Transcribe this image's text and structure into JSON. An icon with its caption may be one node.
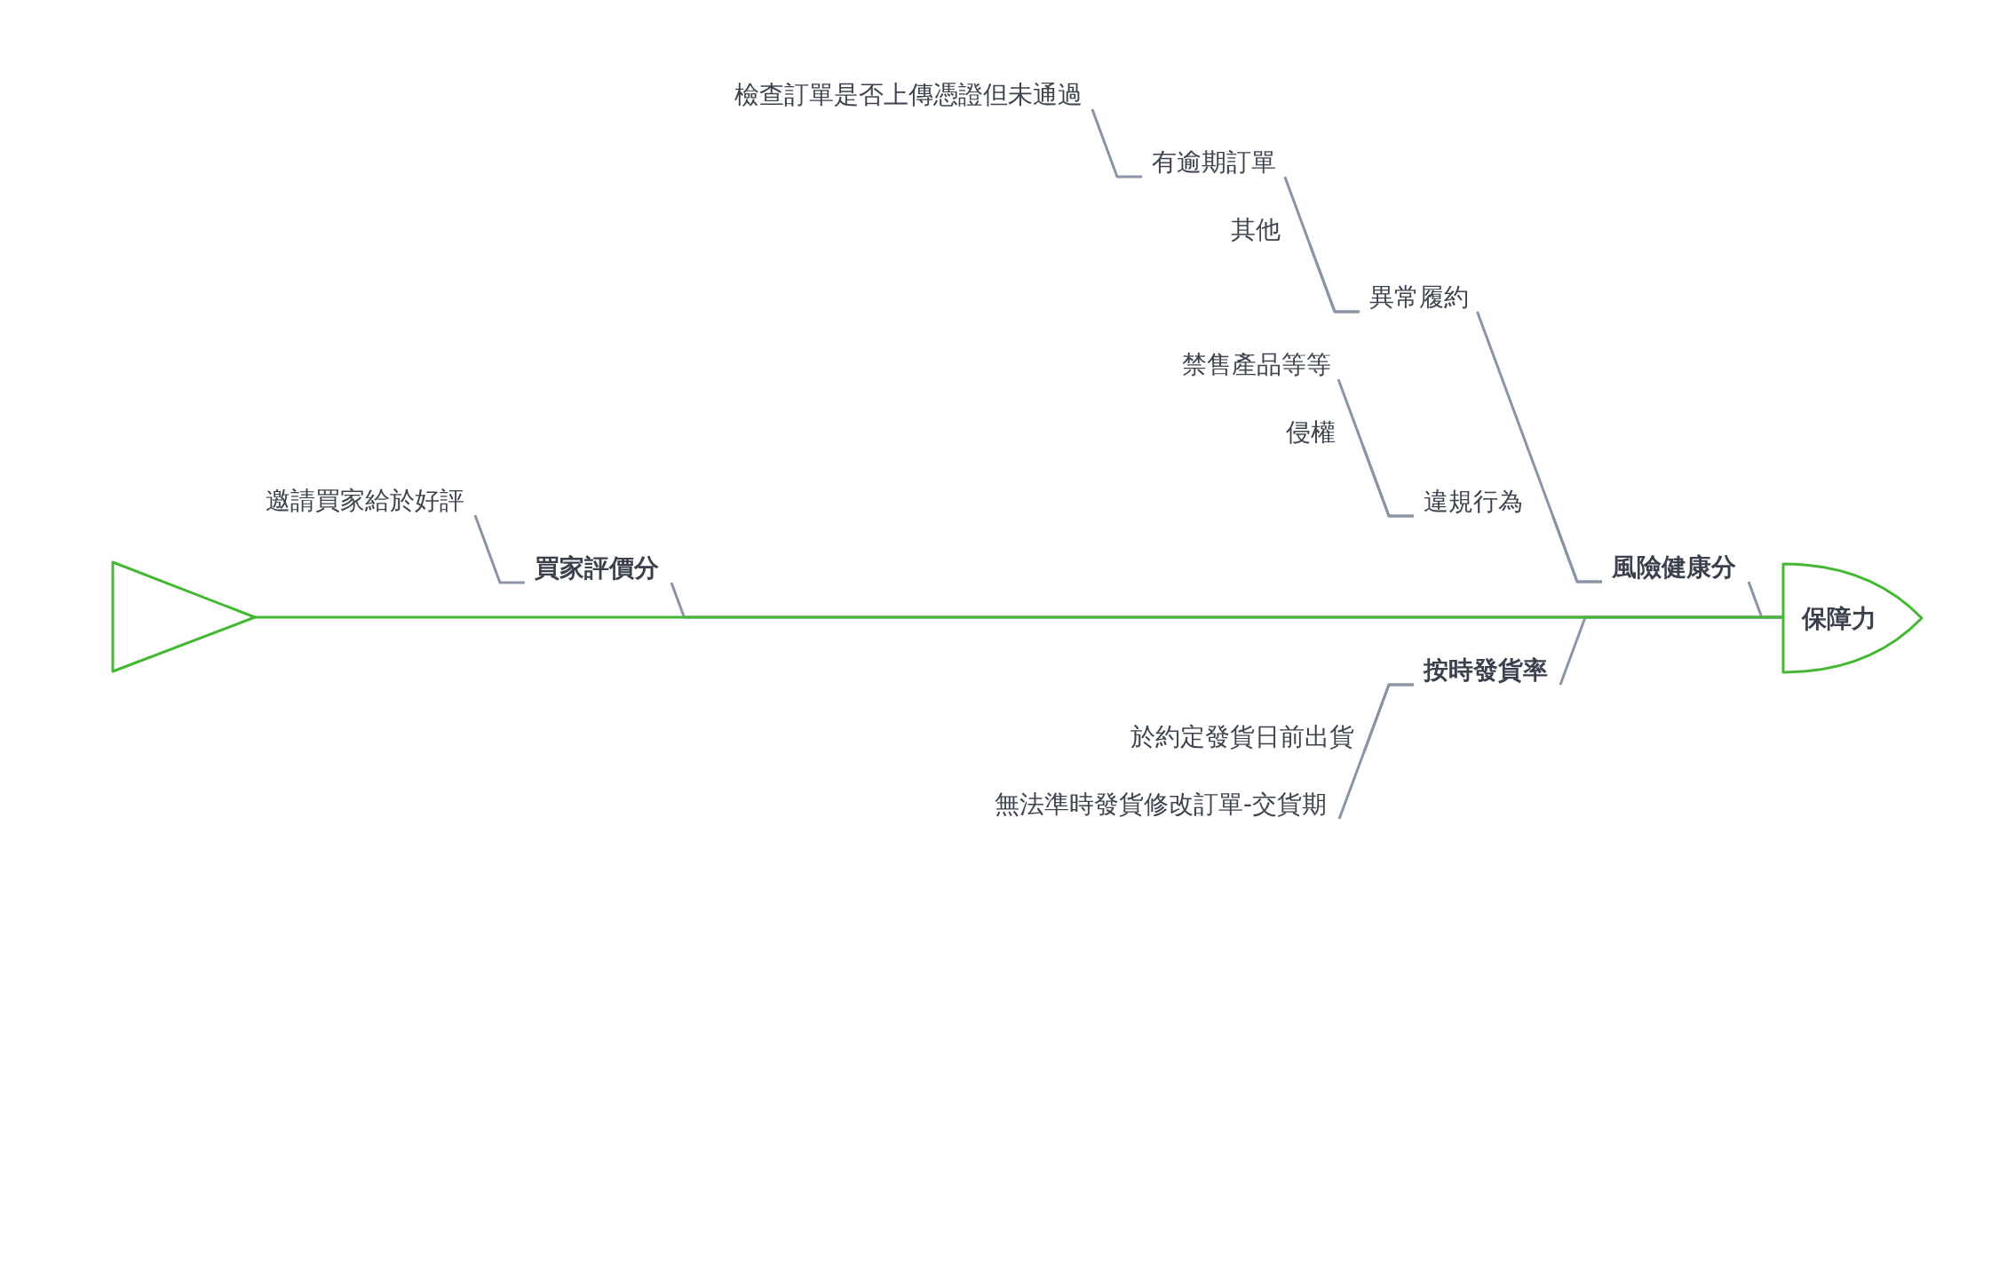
{
  "diagram": {
    "nodes": [
      {
        "text": [],
        "shape": "triangle"
      },
      {
        "text": [
          "保障力"
        ]
      },
      {
        "text": [
          "風險健康分"
        ]
      },
      {
        "text": [
          "異常履約"
        ]
      },
      {
        "text": [
          "有逾期訂單"
        ]
      },
      {
        "text": [
          "檢查訂單是否上傳憑證但未通過"
        ]
      },
      {
        "text": [
          "其他"
        ]
      },
      {
        "text": [
          "違規行為"
        ]
      },
      {
        "text": [
          "禁售產品等等"
        ]
      },
      {
        "text": [
          "侵權"
        ]
      },
      {
        "text": [
          "按時發貨率"
        ]
      },
      {
        "text": [
          "於約定發貨日前出貨"
        ]
      },
      {
        "text": [
          "無法準時發貨修改訂單-交貨期"
        ]
      },
      {
        "text": [
          "買家評價分"
        ]
      },
      {
        "text": [
          "邀請買家給於好評"
        ]
      }
    ],
    "edges": [
      {
        "from": 0,
        "to": 1,
        "arrow": "none",
        "color": "#44b833"
      },
      {
        "from": 2,
        "to": 1,
        "arrow": "none"
      },
      {
        "from": 3,
        "to": 2,
        "arrow": "none"
      },
      {
        "from": 4,
        "to": 3,
        "arrow": "none"
      },
      {
        "from": 5,
        "to": 4,
        "arrow": "none"
      },
      {
        "from": 6,
        "to": 3,
        "arrow": "none"
      },
      {
        "from": 7,
        "to": 2,
        "arrow": "none"
      },
      {
        "from": 8,
        "to": 7,
        "arrow": "none"
      },
      {
        "from": 9,
        "to": 7,
        "arrow": "none"
      },
      {
        "from": 10,
        "to": 1,
        "arrow": "none"
      },
      {
        "from": 11,
        "to": 10,
        "arrow": "none"
      },
      {
        "from": 12,
        "to": 10,
        "arrow": "none"
      },
      {
        "from": 13,
        "to": 1,
        "arrow": "none"
      },
      {
        "from": 14,
        "to": 13,
        "arrow": "none"
      }
    ]
  }
}
